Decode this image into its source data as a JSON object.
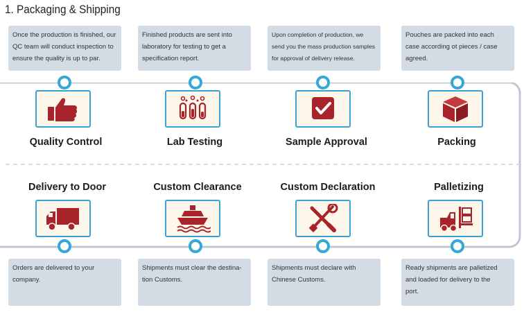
{
  "title": "1. Packaging & Shipping",
  "colors": {
    "accent": "#35a8d6",
    "icon_red": "#a8232a",
    "note_bg": "#d3dbe4",
    "icon_bg": "#fdf6ea",
    "track": "#bfc8d2"
  },
  "top_steps": [
    {
      "label": "Quality Control",
      "icon": "thumbs-up-icon",
      "note": [
        "Once the production is finished, our",
        "QC team will conduct inspection to",
        "ensure the quality is up to par."
      ]
    },
    {
      "label": "Lab Testing",
      "icon": "test-tubes-icon",
      "note": [
        "Finished products are sent into",
        "laboratory for testing to get a",
        "specification report."
      ]
    },
    {
      "label": "Sample Approval",
      "icon": "checkmark-icon",
      "note": [
        "Upon completion of production, we",
        "send you the mass production samples",
        "for approval of delivery release."
      ]
    },
    {
      "label": "Packing",
      "icon": "box-icon",
      "note": [
        "Pouches are packed into each",
        "case according ot pieces / case",
        "agreed."
      ]
    }
  ],
  "bottom_steps": [
    {
      "label": "Delivery to Door",
      "icon": "truck-icon",
      "note": [
        "Orders are delivered to your",
        "company."
      ]
    },
    {
      "label": "Custom Clearance",
      "icon": "ship-icon",
      "note": [
        "Shipments must clear the destina-",
        "tion Customs."
      ]
    },
    {
      "label": "Custom Declaration",
      "icon": "tools-icon",
      "note": [
        "Shipments must declare with",
        "Chinese Customs."
      ]
    },
    {
      "label": "Palletizing",
      "icon": "forklift-icon",
      "note": [
        "Ready shipments are palletized",
        "and loaded for delivery to the",
        "port."
      ]
    }
  ]
}
